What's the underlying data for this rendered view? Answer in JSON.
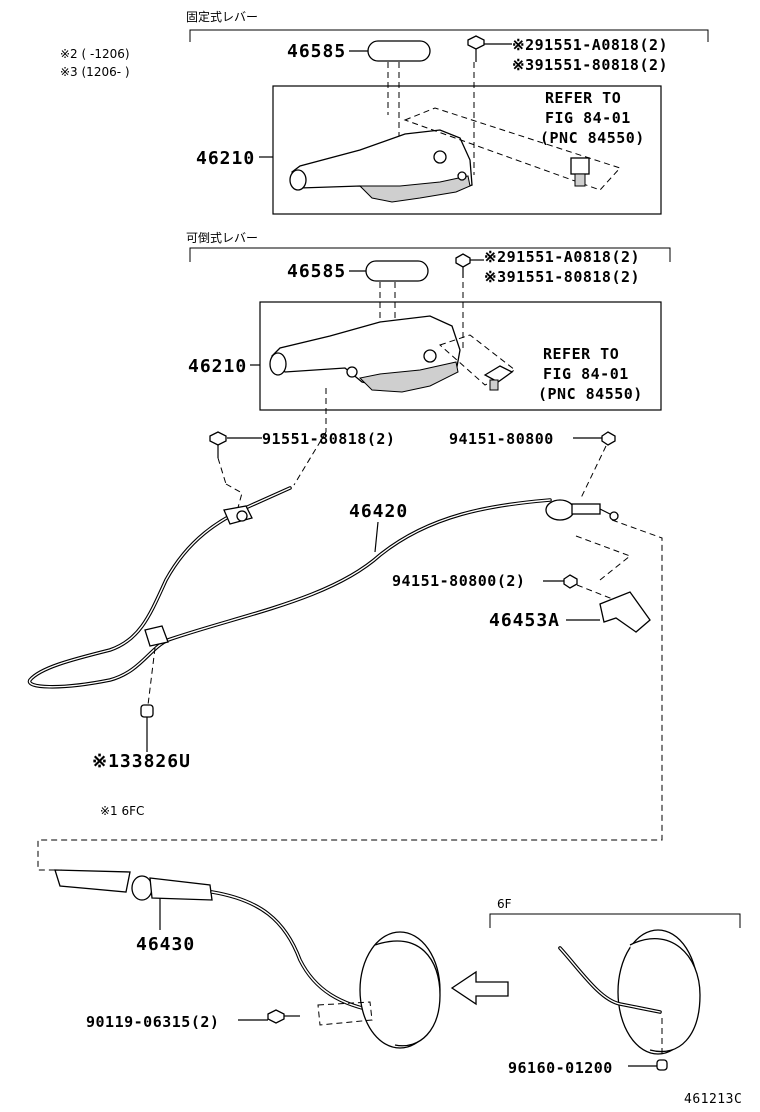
{
  "notes": {
    "note2": "※2 (    -1206)",
    "note3": "※3 (1206-    )",
    "note1": "※1 6FC"
  },
  "group_fixed": {
    "title": "固定式レバー",
    "grip": "46585",
    "lever": "46210",
    "bolt_a": "※291551-A0818(2)",
    "bolt_b": "※391551-80818(2)",
    "refer_line1": "REFER TO",
    "refer_line2": "FIG 84-01",
    "refer_line3": "(PNC 84550)"
  },
  "group_folding": {
    "title": "可倒式レバー",
    "grip": "46585",
    "lever": "46210",
    "bolt_a": "※291551-A0818(2)",
    "bolt_b": "※391551-80818(2)",
    "refer_line1": "REFER TO",
    "refer_line2": "FIG 84-01",
    "refer_line3": "(PNC 84550)"
  },
  "cable_group": {
    "bolt_left": "91551-80818(2)",
    "nut_right_top": "94151-80800",
    "cable": "46420",
    "nut_bracket": "94151-80800(2)",
    "bracket": "46453A",
    "clamp": "※133826U"
  },
  "lower_group": {
    "cable_rear": "46430",
    "bolt_rear": "90119-06315(2)",
    "variant_label": "6F",
    "clip": "96160-01200"
  },
  "figure_code": "461213C"
}
